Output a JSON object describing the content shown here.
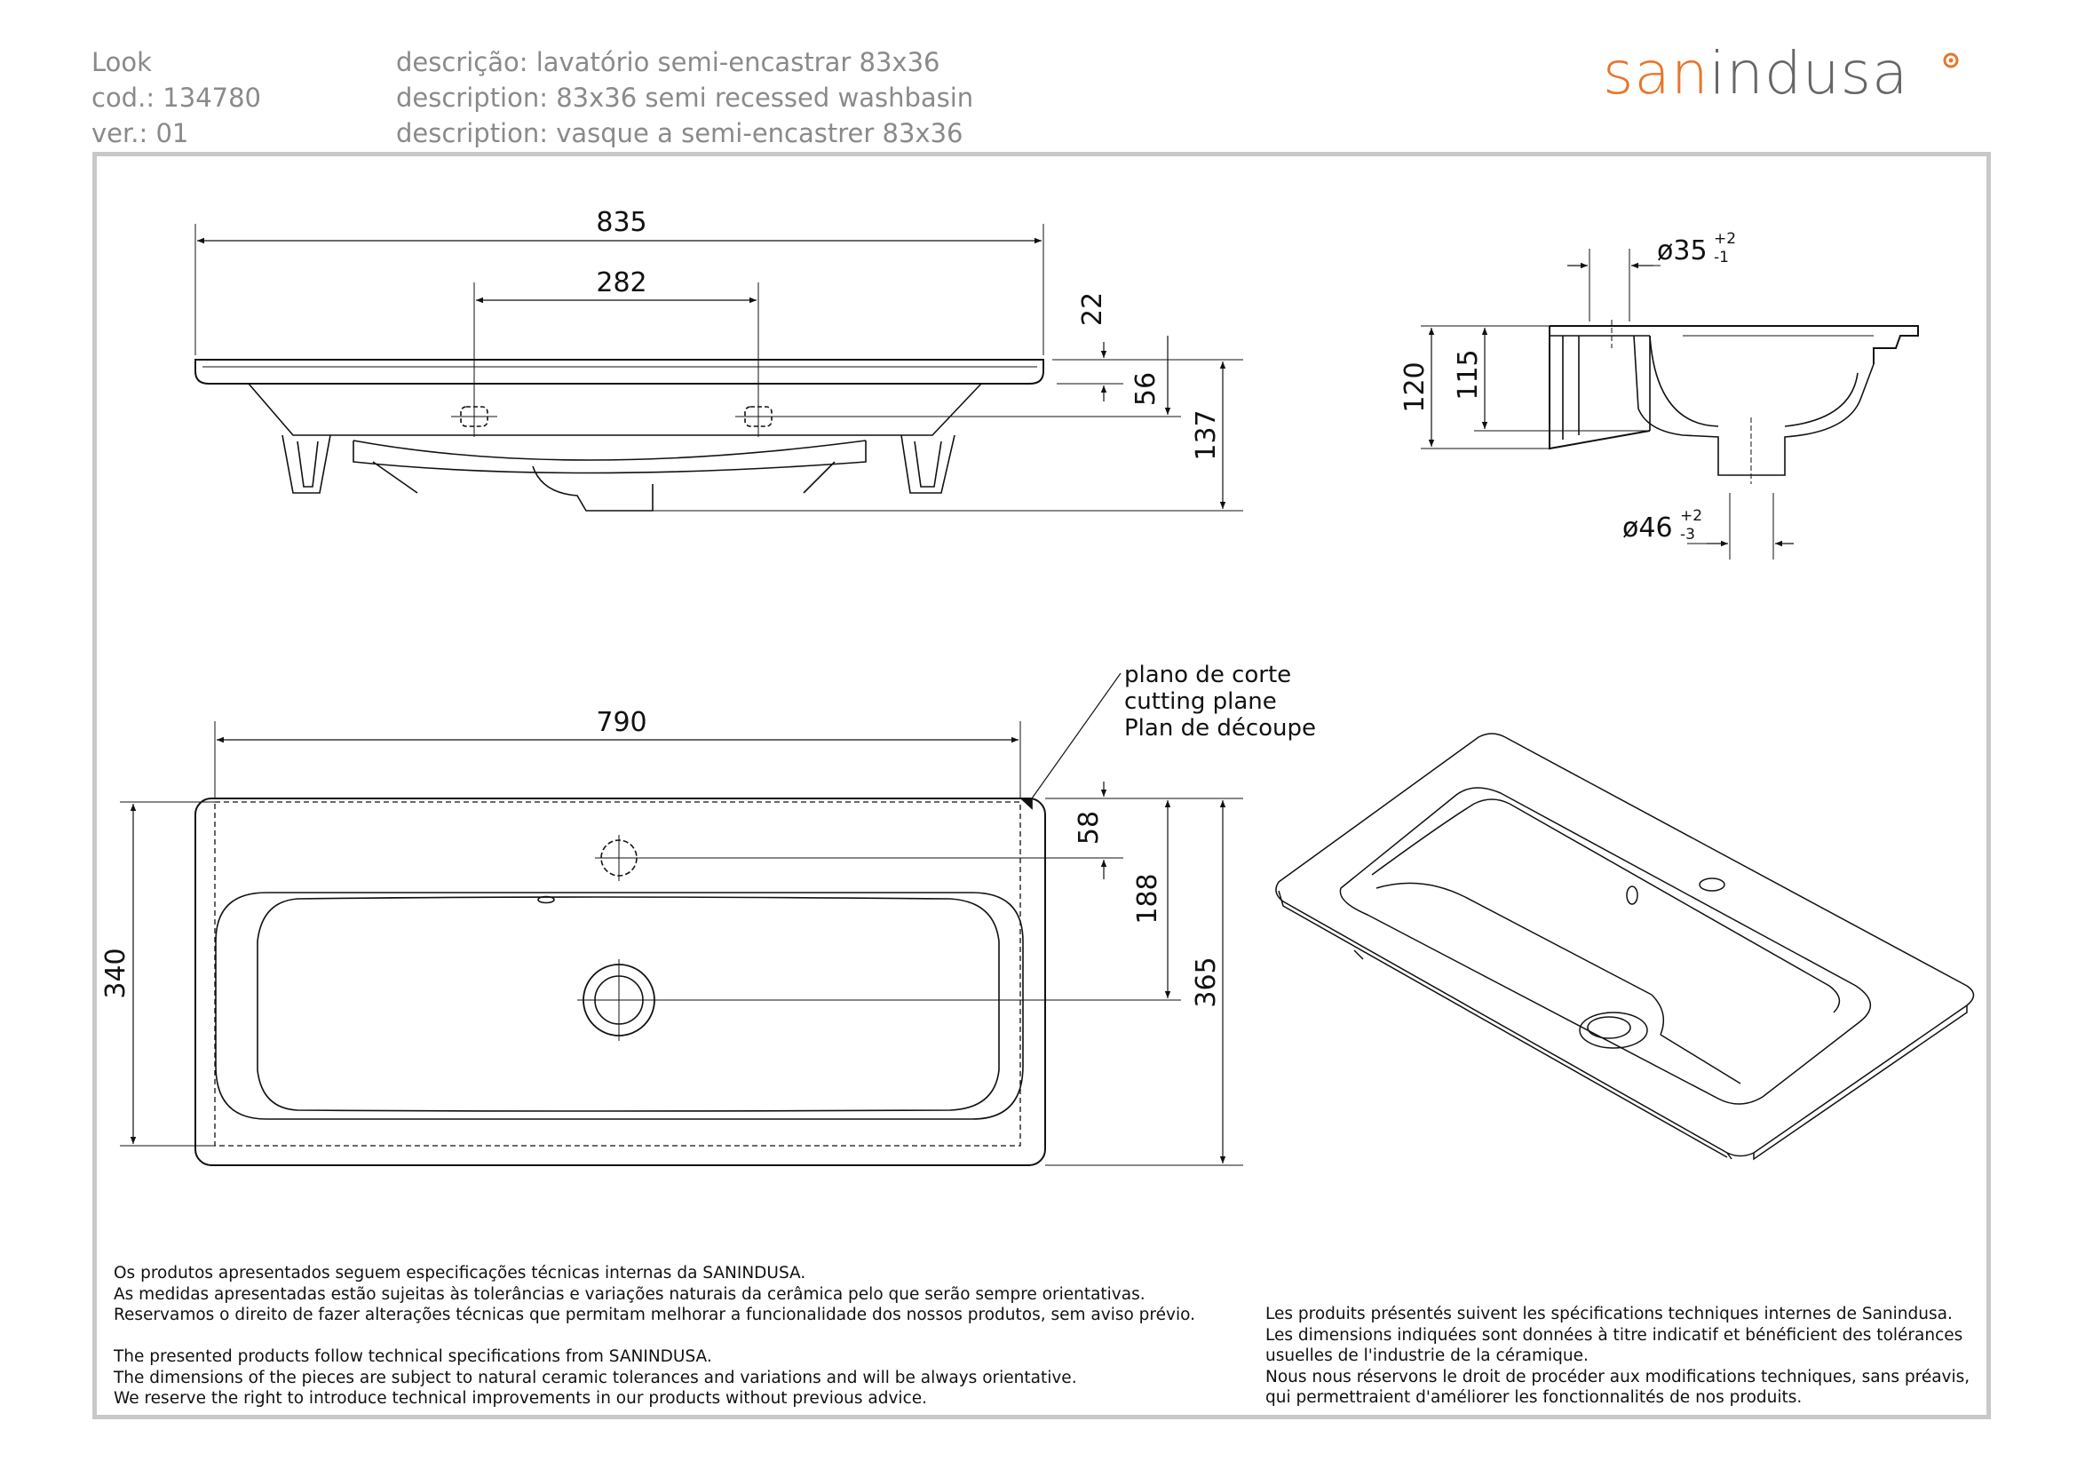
{
  "header": {
    "model": "Look",
    "code": "cod.: 134780",
    "version": "ver.: 01",
    "desc_pt": "descrição: lavatório semi-encastrar 83x36",
    "desc_en": "description: 83x36 semi recessed washbasin",
    "desc_fr": "description: vasque a semi-encastrer 83x36"
  },
  "brand": {
    "logo_part1": "san",
    "logo_part2": "indusa",
    "accent_color": "#e8752a",
    "gray_color": "#666666"
  },
  "front_view": {
    "dim_total_width": "835",
    "dim_tap_spacing": "282",
    "dim_top": "22",
    "dim_mid": "56",
    "dim_total_height": "137"
  },
  "section_view": {
    "dim_tap_hole": "ø35",
    "tap_tol_plus": "+2",
    "tap_tol_minus": "-1",
    "dim_height_outer": "120",
    "dim_height_inner": "115",
    "dim_waste": "ø46",
    "waste_tol_plus": "+2",
    "waste_tol_minus": "-3"
  },
  "cutting_plane": {
    "label_pt": "plano de corte",
    "label_en": "cutting plane",
    "label_fr": "Plan de découpe"
  },
  "plan_view": {
    "dim_cut_width": "790",
    "dim_cut_depth": "340",
    "dim_tap_offset": "58",
    "dim_waste_offset": "188",
    "dim_total_depth": "365"
  },
  "footer": {
    "pt": [
      "Os produtos apresentados seguem especificações técnicas internas da SANINDUSA.",
      "As medidas apresentadas estão sujeitas às tolerâncias e variações naturais da cerâmica pelo que serão sempre orientativas.",
      "Reservamos o direito de fazer alterações técnicas que permitam melhorar a funcionalidade dos nossos produtos, sem aviso prévio."
    ],
    "en": [
      "The presented products follow technical specifications from SANINDUSA.",
      "The dimensions of the pieces are subject to natural ceramic tolerances and variations and will be always orientative.",
      "We reserve the right to introduce technical improvements in our products without previous advice."
    ],
    "fr": [
      "Les produits présentés suivent les spécifications techniques internes de Sanindusa.",
      "Les dimensions indiquées sont données à titre indicatif et bénéficient des tolérances",
      "usuelles de l'industrie de la céramique.",
      "Nous nous réservons le droit de procéder aux modifications techniques, sans préavis,",
      "qui permettraient d'améliorer les fonctionnalités de nos produits."
    ]
  }
}
